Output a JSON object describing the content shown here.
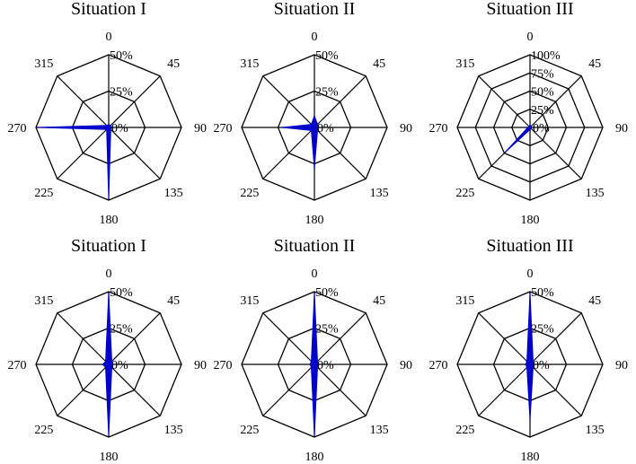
{
  "chart_data": [
    {
      "type": "radar",
      "title": "Situation I",
      "angles": [
        "0",
        "45",
        "90",
        "135",
        "180",
        "225",
        "270",
        "315"
      ],
      "ring_labels": [
        "0%",
        "25%",
        "50%"
      ],
      "rmax": 50,
      "series": [
        {
          "color": "#0000cc",
          "values": [
            2,
            2,
            2,
            2,
            49,
            2,
            48,
            2
          ]
        }
      ]
    },
    {
      "type": "radar",
      "title": "Situation II",
      "angles": [
        "0",
        "45",
        "90",
        "135",
        "180",
        "225",
        "270",
        "315"
      ],
      "ring_labels": [
        "0%",
        "25%",
        "50%"
      ],
      "rmax": 50,
      "series": [
        {
          "color": "#0000cc",
          "values": [
            8,
            3,
            3,
            3,
            28,
            3,
            22,
            3
          ]
        }
      ]
    },
    {
      "type": "radar",
      "title": "Situation III",
      "angles": [
        "0",
        "45",
        "90",
        "135",
        "180",
        "225",
        "270",
        "315"
      ],
      "ring_labels": [
        "0%",
        "25%",
        "50%",
        "75%",
        "100%"
      ],
      "rmax": 100,
      "series": [
        {
          "color": "#0000cc",
          "values": [
            3,
            2,
            2,
            2,
            3,
            48,
            3,
            2
          ]
        }
      ]
    },
    {
      "type": "radar",
      "title": "Situation I",
      "angles": [
        "0",
        "45",
        "90",
        "135",
        "180",
        "225",
        "270",
        "315"
      ],
      "ring_labels": [
        "0%",
        "25%",
        "50%"
      ],
      "rmax": 50,
      "series": [
        {
          "color": "#0000cc",
          "values": [
            49,
            3,
            3,
            3,
            49,
            3,
            4,
            3
          ]
        }
      ]
    },
    {
      "type": "radar",
      "title": "Situation II",
      "angles": [
        "0",
        "45",
        "90",
        "135",
        "180",
        "225",
        "270",
        "315"
      ],
      "ring_labels": [
        "0%",
        "25%",
        "50%"
      ],
      "rmax": 50,
      "series": [
        {
          "color": "#0000cc",
          "values": [
            49,
            3,
            3,
            3,
            49,
            3,
            3,
            3
          ]
        }
      ]
    },
    {
      "type": "radar",
      "title": "Situation III",
      "angles": [
        "0",
        "45",
        "90",
        "135",
        "180",
        "225",
        "270",
        "315"
      ],
      "ring_labels": [
        "0%",
        "25%",
        "50%"
      ],
      "rmax": 50,
      "series": [
        {
          "color": "#0000cc",
          "values": [
            49,
            3,
            3,
            3,
            38,
            3,
            3,
            3
          ]
        }
      ]
    }
  ]
}
